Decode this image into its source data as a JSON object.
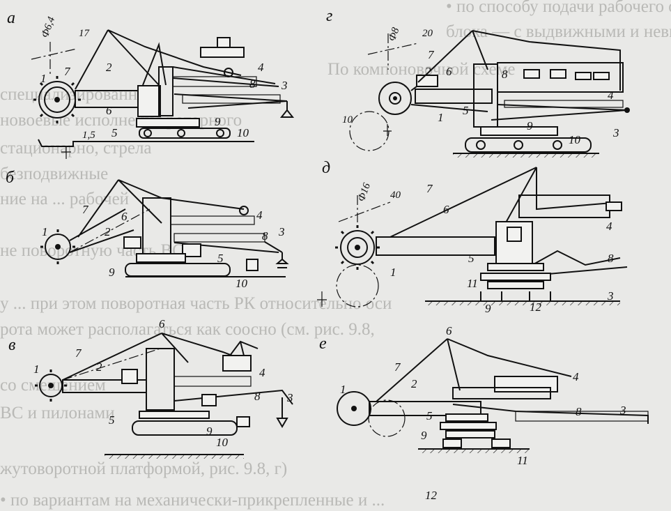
{
  "background_text": [
    "• по способу подачи рабочего органа на забой при отра",
    "блока — с выдвижными и невыдвижными стрелами.",
    "По компоновочной схеме",
    "специализированные",
    "новоевые исполнения роторного",
    "стационарно, стрела",
    "безподвижные",
    "ние на ... рабочей",
    "не поворотную часть ВС",
    "у ... при этом поворотная часть РК относительно оси",
    "рота может располагаться как соосно (см. рис. 9.8,",
    "со смещением",
    "ВС и пилонами",
    "жутоворотной платформой, рис. 9.8, г)",
    "• по вариантам на механически-прикрепленные и ..."
  ],
  "panels": {
    "a": {
      "letter": "а",
      "dim_diameter": "Ф6,4",
      "dim_height": "17",
      "dim_depth": "1,5",
      "labels": [
        "1",
        "7",
        "2",
        "6",
        "5",
        "10",
        "9",
        "8",
        "4",
        "3"
      ]
    },
    "b": {
      "letter": "б",
      "labels": [
        "1",
        "7",
        "2",
        "6",
        "4",
        "8",
        "3",
        "5",
        "10",
        "9"
      ]
    },
    "v": {
      "letter": "в",
      "labels": [
        "1",
        "7",
        "2",
        "6",
        "4",
        "8",
        "3",
        "5",
        "9",
        "10"
      ]
    },
    "g": {
      "letter": "г",
      "dim_diameter": "Ф8",
      "dim_height": "20",
      "dim_depth": "10",
      "labels": [
        "7",
        "2",
        "6",
        "1",
        "8",
        "4",
        "5",
        "9",
        "3",
        "10"
      ]
    },
    "d": {
      "letter": "д",
      "dim_diameter": "Ф16",
      "dim_height": "40",
      "labels": [
        "7",
        "6",
        "4",
        "1",
        "5",
        "8",
        "11",
        "3",
        "9",
        "12"
      ]
    },
    "e": {
      "letter": "е",
      "labels": [
        "1",
        "7",
        "2",
        "6",
        "4",
        "5",
        "8",
        "3",
        "9",
        "11",
        "12"
      ]
    }
  }
}
